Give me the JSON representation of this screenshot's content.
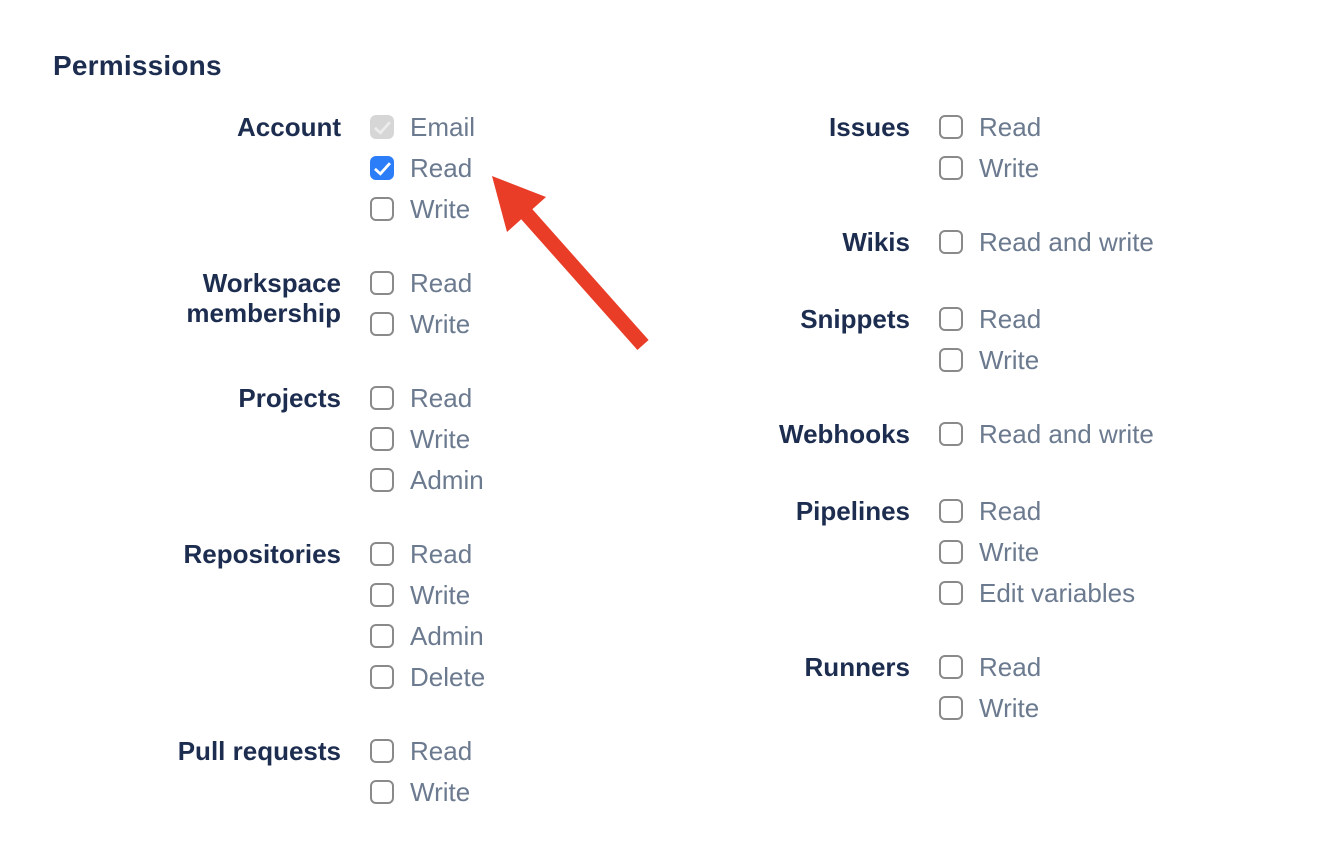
{
  "heading": "Permissions",
  "permissions": {
    "columns": [
      {
        "groups": [
          {
            "label": "Account",
            "items": [
              {
                "label": "Email",
                "checked": true,
                "disabled": true
              },
              {
                "label": "Read",
                "checked": true,
                "disabled": false
              },
              {
                "label": "Write",
                "checked": false,
                "disabled": false
              }
            ]
          },
          {
            "label": "Workspace membership",
            "items": [
              {
                "label": "Read",
                "checked": false,
                "disabled": false
              },
              {
                "label": "Write",
                "checked": false,
                "disabled": false
              }
            ]
          },
          {
            "label": "Projects",
            "items": [
              {
                "label": "Read",
                "checked": false,
                "disabled": false
              },
              {
                "label": "Write",
                "checked": false,
                "disabled": false
              },
              {
                "label": "Admin",
                "checked": false,
                "disabled": false
              }
            ]
          },
          {
            "label": "Repositories",
            "items": [
              {
                "label": "Read",
                "checked": false,
                "disabled": false
              },
              {
                "label": "Write",
                "checked": false,
                "disabled": false
              },
              {
                "label": "Admin",
                "checked": false,
                "disabled": false
              },
              {
                "label": "Delete",
                "checked": false,
                "disabled": false
              }
            ]
          },
          {
            "label": "Pull requests",
            "items": [
              {
                "label": "Read",
                "checked": false,
                "disabled": false
              },
              {
                "label": "Write",
                "checked": false,
                "disabled": false
              }
            ]
          }
        ]
      },
      {
        "groups": [
          {
            "label": "Issues",
            "items": [
              {
                "label": "Read",
                "checked": false,
                "disabled": false
              },
              {
                "label": "Write",
                "checked": false,
                "disabled": false
              }
            ]
          },
          {
            "label": "Wikis",
            "items": [
              {
                "label": "Read and write",
                "checked": false,
                "disabled": false
              }
            ]
          },
          {
            "label": "Snippets",
            "items": [
              {
                "label": "Read",
                "checked": false,
                "disabled": false
              },
              {
                "label": "Write",
                "checked": false,
                "disabled": false
              }
            ]
          },
          {
            "label": "Webhooks",
            "items": [
              {
                "label": "Read and write",
                "checked": false,
                "disabled": false
              }
            ]
          },
          {
            "label": "Pipelines",
            "items": [
              {
                "label": "Read",
                "checked": false,
                "disabled": false
              },
              {
                "label": "Write",
                "checked": false,
                "disabled": false
              },
              {
                "label": "Edit variables",
                "checked": false,
                "disabled": false
              }
            ]
          },
          {
            "label": "Runners",
            "items": [
              {
                "label": "Read",
                "checked": false,
                "disabled": false
              },
              {
                "label": "Write",
                "checked": false,
                "disabled": false
              }
            ]
          }
        ]
      }
    ]
  },
  "annotation": {
    "type": "arrow",
    "points_to": "Account Read checkbox",
    "color": "#e93d28"
  },
  "colors": {
    "heading_text": "#1d2d50",
    "group_label_text": "#1d2d50",
    "item_label_text": "#6b7a8f",
    "checkbox_checked_fill": "#2c7ef8",
    "checkbox_disabled_fill": "#d6d6d6",
    "checkbox_border": "#8a8a8a",
    "arrow": "#e93d28",
    "background": "#ffffff"
  }
}
